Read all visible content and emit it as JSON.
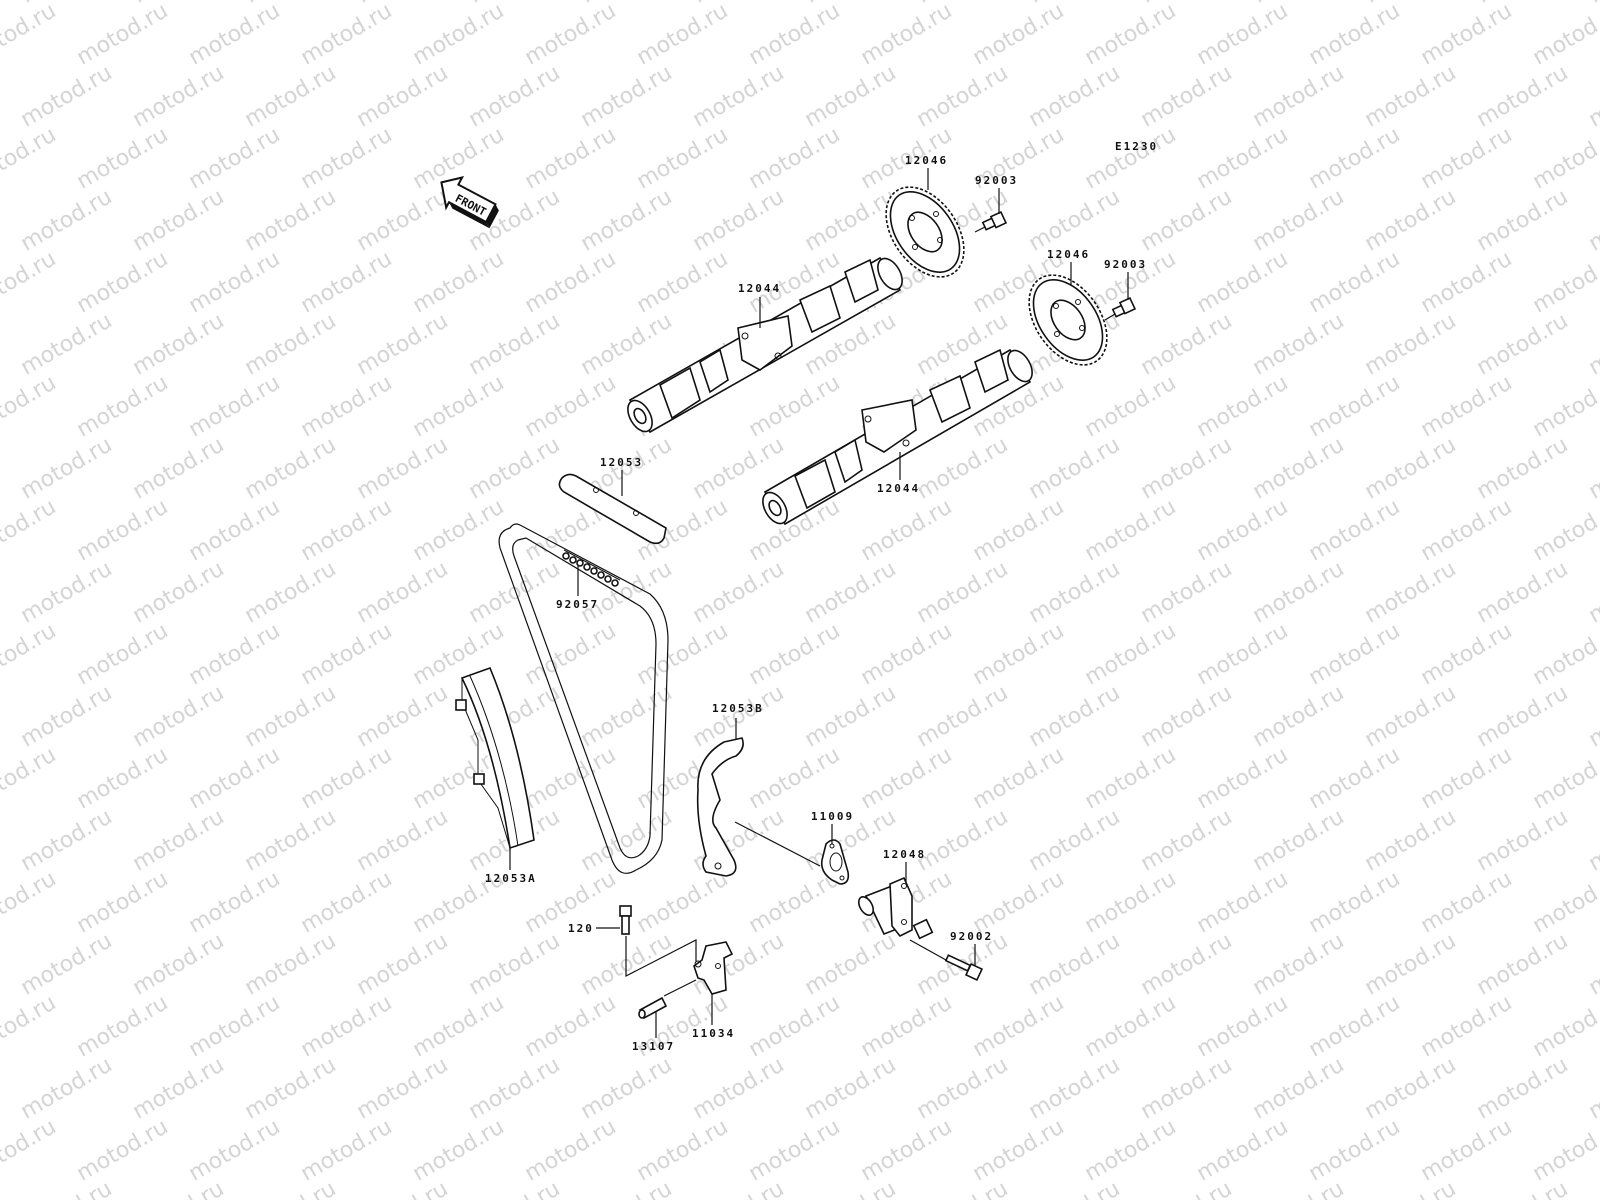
{
  "diagram": {
    "code": "E1230",
    "front_arrow": "FRONT",
    "watermark_text": "motod.ru",
    "colors": {
      "line": "#111111",
      "background": "#ffffff",
      "watermark": "#d4d4d4"
    },
    "labels": {
      "gear_upper": "12046",
      "bolt_upper": "92003",
      "gear_lower": "12046",
      "bolt_lower": "92003",
      "camshaft_upper": "12044",
      "camshaft_lower": "12044",
      "guide_top": "12053",
      "chain": "92057",
      "guide_left": "12053A",
      "guide_right": "12053B",
      "gasket": "11009",
      "tensioner": "12048",
      "tensioner_bolt": "92002",
      "bolt_small": "120",
      "bracket": "11034",
      "pin": "13107"
    }
  }
}
